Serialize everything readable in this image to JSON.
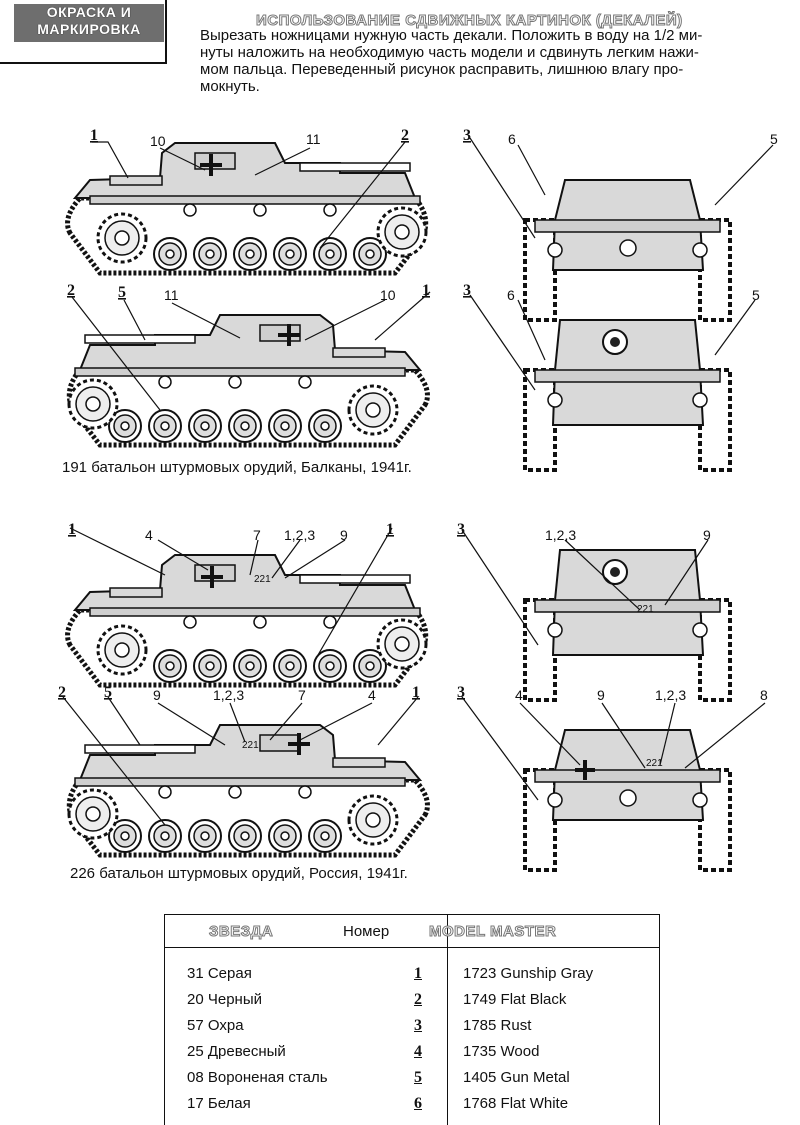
{
  "header": {
    "section_tab": [
      "ОКРАСКА И",
      "МАРКИРОВКА"
    ],
    "title": "ИСПОЛЬЗОВАНИЕ СДВИЖНЫХ КАРТИНОК (ДЕКАЛЕЙ)",
    "instructions": [
      "Вырезать ножницами нужную часть декали. Положить в воду на 1/2 ми-",
      "нуты наложить на необходимую часть модели и сдвинуть легким нажи-",
      "мом пальца. Переведенный рисунок расправить, лишнюю влагу про-",
      "мокнуть."
    ]
  },
  "schemes": [
    {
      "caption": "191 батальон штурмовых орудий, Балканы, 1941г.",
      "side_top_labels": [
        "1",
        "10",
        "11",
        "2"
      ],
      "side_bottom_labels": [
        "2",
        "5",
        "11",
        "10",
        "1"
      ],
      "rear_labels": [
        "3",
        "6",
        "5"
      ],
      "front_labels": [
        "3",
        "6",
        "5"
      ]
    },
    {
      "caption": "226 батальон штурмовых орудий, Россия, 1941г.",
      "side_top_labels": [
        "1",
        "4",
        "7",
        "1,2,3",
        "9",
        "1"
      ],
      "side_bottom_labels": [
        "2",
        "5",
        "9",
        "1,2,3",
        "7",
        "4",
        "1"
      ],
      "rear_labels": [
        "3",
        "1,2,3",
        "9"
      ],
      "front_labels": [
        "3",
        "4",
        "9",
        "1,2,3",
        "8"
      ],
      "vehicle_number": "221"
    }
  ],
  "paint_table": {
    "headers": [
      "ЗВЕЗДА",
      "Номер",
      "MODEL MASTER"
    ],
    "rows": [
      {
        "zvezda": "31 Серая",
        "key": "1",
        "model_master": "1723 Gunship Gray"
      },
      {
        "zvezda": "20 Черный",
        "key": "2",
        "model_master": "1749 Flat Black"
      },
      {
        "zvezda": "57 Охра",
        "key": "3",
        "model_master": "1785 Rust"
      },
      {
        "zvezda": "25 Древесный",
        "key": "4",
        "model_master": "1735 Wood"
      },
      {
        "zvezda": "08 Вороненая сталь",
        "key": "5",
        "model_master": "1405 Gun Metal"
      },
      {
        "zvezda": "17 Белая",
        "key": "6",
        "model_master": "1768 Flat White"
      }
    ]
  },
  "colors": {
    "hull": "#d9d9d9",
    "outline": "#111111",
    "outline_text": "#777777"
  }
}
